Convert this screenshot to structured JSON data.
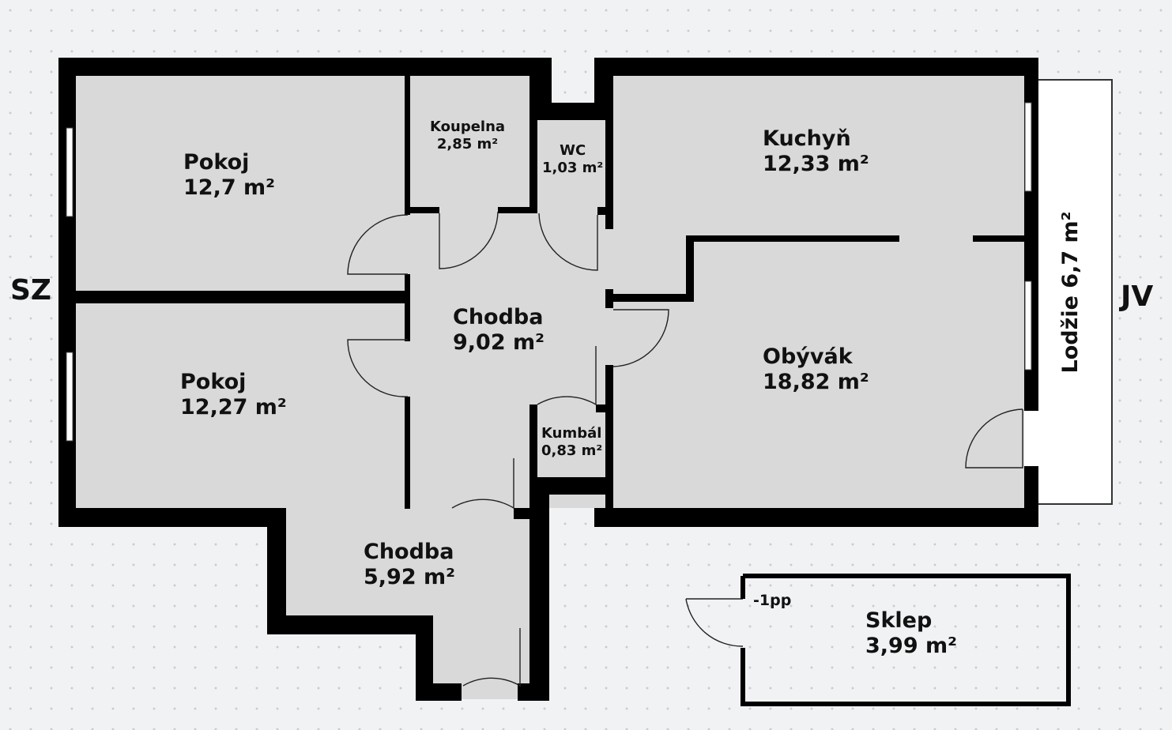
{
  "orientation": {
    "left": "SZ",
    "right": "JV"
  },
  "rooms": {
    "pokoj_top": {
      "name": "Pokoj",
      "area": "12,7 m²"
    },
    "pokoj_bottom": {
      "name": "Pokoj",
      "area": "12,27 m²"
    },
    "koupelna": {
      "name": "Koupelna",
      "area": "2,85 m²"
    },
    "wc": {
      "name": "WC",
      "area": "1,03 m²"
    },
    "kuchyn": {
      "name": "Kuchyň",
      "area": "12,33 m²"
    },
    "chodba_main": {
      "name": "Chodba",
      "area": "9,02 m²"
    },
    "obyvak": {
      "name": "Obývák",
      "area": "18,82 m²"
    },
    "kumbal": {
      "name": "Kumbál",
      "area": "0,83 m²"
    },
    "chodba_lower": {
      "name": "Chodba",
      "area": "5,92 m²"
    },
    "lodzie": {
      "label": "Lodžie 6,7 m²"
    },
    "sklep": {
      "name": "Sklep",
      "area": "3,99 m²",
      "level": "-1pp"
    }
  },
  "colors": {
    "wall": "#000000",
    "room_fill": "#d9d9d9",
    "background": "#f1f2f4",
    "balcony": "#ffffff"
  }
}
